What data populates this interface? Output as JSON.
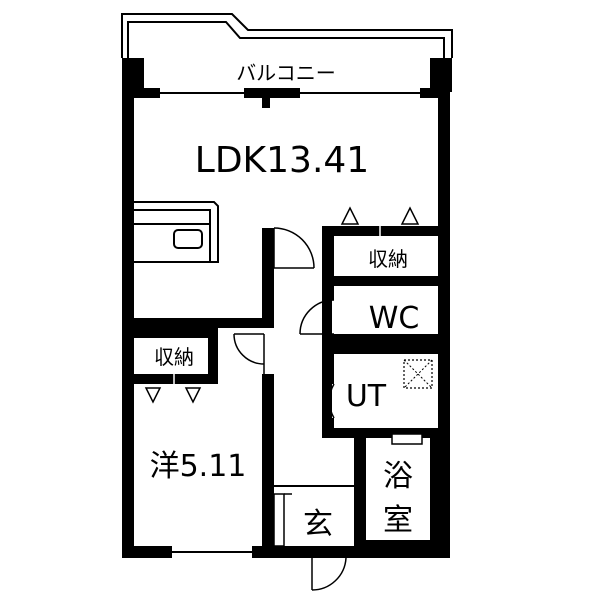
{
  "floorplan": {
    "balcony": "バルコニー",
    "ldk": "LDK13.41",
    "storage_top": "収納",
    "wc": "WC",
    "ut": "UT",
    "storage_left": "収納",
    "western_room": "洋5.11",
    "bath_line1": "浴",
    "bath_line2": "室",
    "entrance": "玄"
  },
  "colors": {
    "wall": "#000000",
    "background": "#ffffff"
  }
}
